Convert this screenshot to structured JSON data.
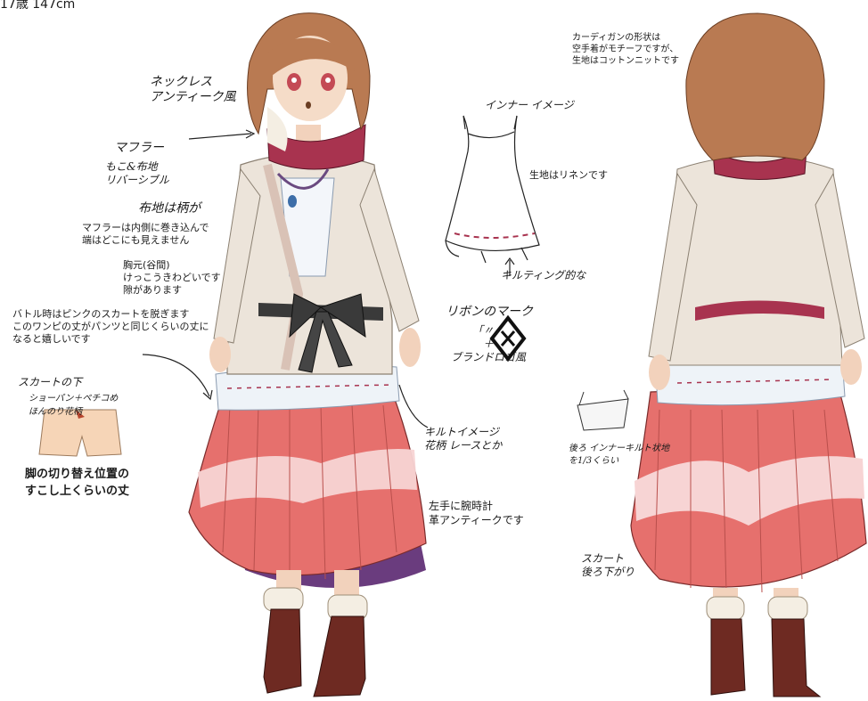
{
  "header": {
    "age_height": "17歳 147cm"
  },
  "notes_left": {
    "necklace": "ネックレス\nアンティーク風",
    "muffler_title": "マフラー",
    "muffler_detail": "もこ&布地\nリバーシブル",
    "muffler_fabric": "布地は柄が",
    "muffler_wrap": "マフラーは内側に巻き込んで\n端はどこにも見えません",
    "chest": "胸元(谷間)\nけっこうきわどいです\n隙があります",
    "battle": "バトル時はピンクのスカートを脱ぎます\nこのワンピの丈がパンツと同じくらいの丈に\nなると嬉しいです",
    "under_skirt": "スカートの下",
    "under_skirt_detail": "ショーパン＋ペチコめ\nほんのり花柄",
    "leg_position": "脚の切り替え位置の\nすこし上くらいの丈"
  },
  "notes_center": {
    "inner_image": "インナー イメージ",
    "linen": "生地はリネンです",
    "quilting": "キルティング的な",
    "ribbon_mark": "リボンのマーク",
    "ribbon_brand": "「〃」\n＋\nブランドロゴ風",
    "quilt_image": "キルトイメージ\n花柄 レースとか",
    "watch": "左手に腕時計\n革アンティークです"
  },
  "notes_right": {
    "cardigan": "カーディガンの形状は\n空手着がモチーフですが、\n生地はコットンニットです",
    "back_note": "後ろ インナーキルト状地\nを1/3くらい",
    "skirt_back": "スカート\n後ろ下がり"
  },
  "colors": {
    "hair": "#b97a52",
    "cardigan": "#ece4da",
    "scarf": "#a8334f",
    "skirt": "#e6706d",
    "lace": "#f7d4d4",
    "boots": "#6e2a22",
    "fur": "#f4eee3",
    "belt": "#3a3a3a",
    "petticoat": "#6a3c7e"
  }
}
